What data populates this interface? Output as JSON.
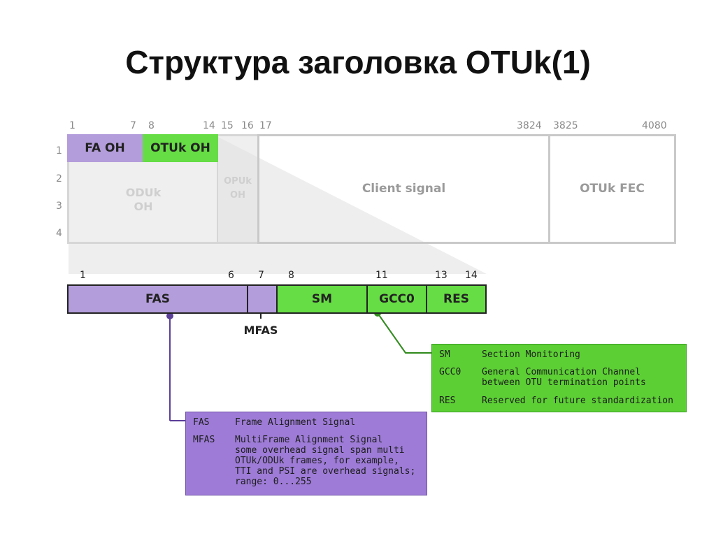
{
  "title": "Структура заголовка OTUk(1)",
  "top_columns": {
    "c1": "1",
    "c7": "7",
    "c8": "8",
    "c14": "14",
    "c15": "15",
    "c16": "16",
    "c17": "17",
    "c3824": "3824",
    "c3825": "3825",
    "c4080": "4080"
  },
  "rows": [
    "1",
    "2",
    "3",
    "4"
  ],
  "top_cells": {
    "fa_oh": "FA OH",
    "otuk_oh": "OTUk OH",
    "oduk_oh": "ODUk\nOH",
    "opuk_oh": "OPUk\nOH",
    "client_signal": "Client signal",
    "otuk_fec": "OTUk FEC"
  },
  "bottom_columns": {
    "b1": "1",
    "b6": "6",
    "b7": "7",
    "b8": "8",
    "b11": "11",
    "b13": "13",
    "b14": "14"
  },
  "bottom_cells": {
    "fas": "FAS",
    "sm": "SM",
    "gcc0": "GCC0",
    "res": "RES"
  },
  "mfas_label": "MFAS",
  "green_legend": [
    {
      "abbr": "SM",
      "desc": "Section Monitoring"
    },
    {
      "abbr": "GCC0",
      "desc": "General Communication Channel\nbetween OTU termination points"
    },
    {
      "abbr": "RES",
      "desc": "Reserved for future standardization"
    }
  ],
  "purple_legend": [
    {
      "abbr": "FAS",
      "desc": "Frame Alignment Signal"
    },
    {
      "abbr": "MFAS",
      "desc": "MultiFrame Alignment Signal\nsome overhead signal span multi\nOTUk/ODUk frames, for example,\nTTI and PSI are overhead signals;\nrange: 0...255"
    }
  ],
  "colors": {
    "purple": "#b49ddb",
    "purple_dark": "#7b5eb3",
    "green": "#66dd44",
    "green_dark": "#3a9d23",
    "legend_purple": "#9d7bd6",
    "legend_green": "#5ccf35",
    "gray_border": "#c9c9c9"
  }
}
